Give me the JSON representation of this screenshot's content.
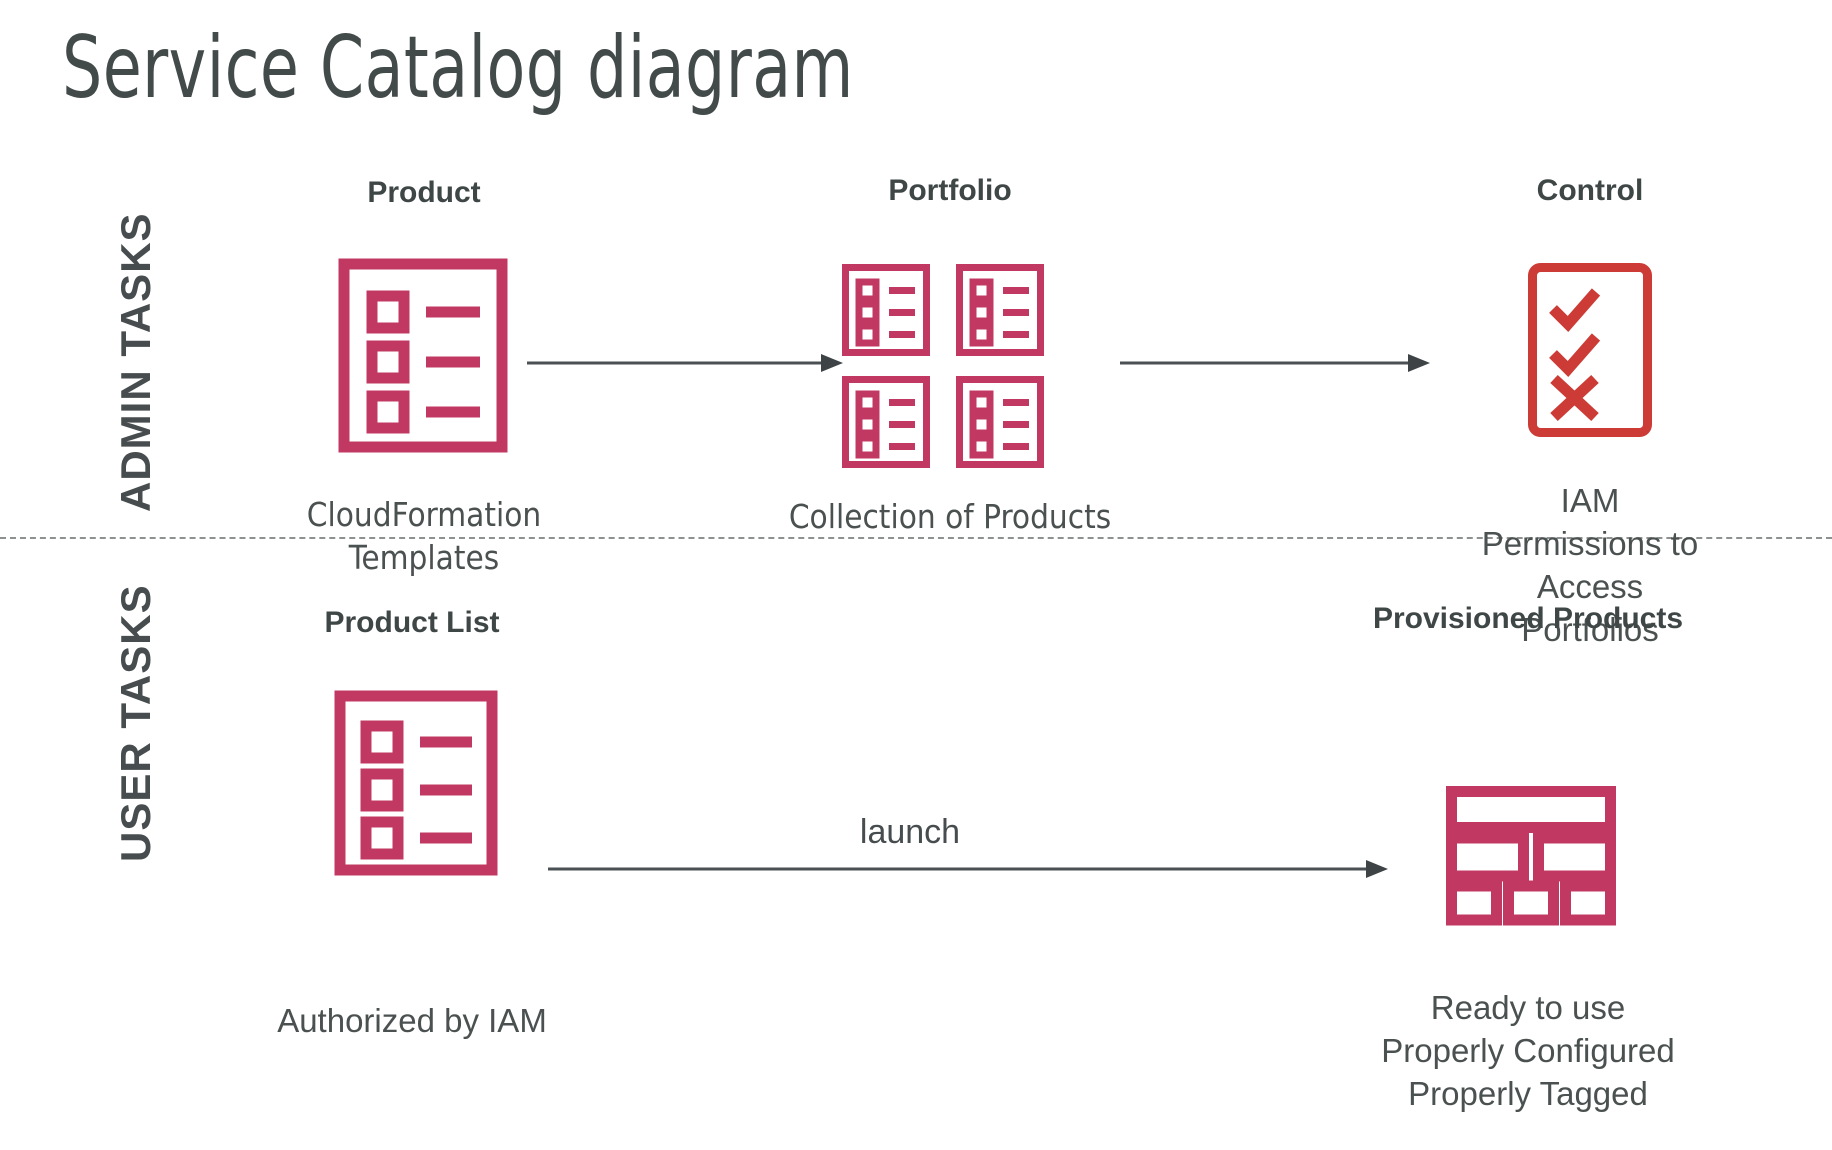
{
  "page": {
    "title": "Service Catalog diagram",
    "background_color": "#ffffff"
  },
  "colors": {
    "crimson": "#c13963",
    "control_red": "#cc3b35",
    "text_dark": "#424a4a",
    "text_body": "#4a5150",
    "arrow_gray": "#4a5053",
    "divider_gray": "#8d9291"
  },
  "bands": [
    {
      "id": "admin",
      "label": "ADMIN TASKS"
    },
    {
      "id": "user",
      "label": "USER TASKS"
    }
  ],
  "admin_row": {
    "nodes": [
      {
        "id": "product",
        "heading": "Product",
        "caption": "CloudFormation\nTemplates",
        "icon": "product-list-document-icon"
      },
      {
        "id": "portfolio",
        "heading": "Portfolio",
        "caption": "Collection of Products",
        "icon": "portfolio-grid-icon"
      },
      {
        "id": "control",
        "heading": "Control",
        "caption": "IAM Permissions to\nAccess Portfolios",
        "icon": "checklist-control-icon"
      }
    ],
    "arrows": [
      {
        "id": "product-to-portfolio",
        "label": ""
      },
      {
        "id": "portfolio-to-control",
        "label": ""
      }
    ]
  },
  "user_row": {
    "nodes": [
      {
        "id": "product-list",
        "heading": "Product List",
        "caption": "Authorized by IAM",
        "icon": "product-list-document-icon"
      },
      {
        "id": "provisioned-products",
        "heading": "Provisioned Products",
        "caption": "Ready to use\nProperly Configured\nProperly Tagged",
        "icon": "provisioned-mosaic-icon"
      }
    ],
    "arrows": [
      {
        "id": "launch-arrow",
        "label": "launch"
      }
    ]
  }
}
